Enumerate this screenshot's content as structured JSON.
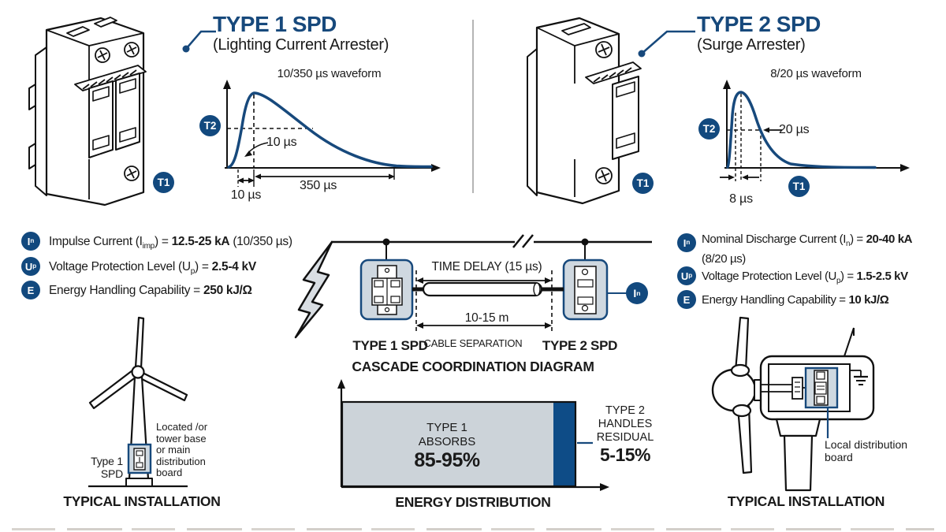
{
  "colors": {
    "accent": "#17497c",
    "badge_fill": "#12497e",
    "box_fill": "#cfd8e0",
    "bar_light": "#ccd3d9",
    "bar_dark": "#0e4c87",
    "bolt_fill": "#d9dee3",
    "divider": "#b5b5b5",
    "text": "#1a1a1a"
  },
  "header": {
    "type1": {
      "title": "TYPE 1 SPD",
      "subtitle": "(Lighting Current Arrester)"
    },
    "type2": {
      "title": "TYPE 2 SPD",
      "subtitle": "(Surge Arrester)"
    }
  },
  "device1_badge_html": "T1",
  "device2_badge_html": "T1",
  "waveform1": {
    "label": "10/350 µs waveform",
    "t2_badge_html": "T2",
    "rise_annotation": "10 µs",
    "rise_below": "10 µs",
    "duration": "350 µs"
  },
  "waveform2": {
    "label": "8/20 µs waveform",
    "t2_badge_html": "T2",
    "t1_badge_html": "T1",
    "decay_label": "20 µs",
    "rise_below": "8 µs"
  },
  "specs_left": [
    {
      "badge_html": "I<sub>n</sub>",
      "text_html": "Impulse Current (I<sub>imp</sub>) = <b>12.5-25 kA</b> (10/350 µs)"
    },
    {
      "badge_html": "U<sub>p</sub>",
      "text_html": "Voltage Protection Level (U<sub>p</sub>) = <b>2.5-4 kV</b>"
    },
    {
      "badge_html": "E",
      "text_html": "Energy Handling Capability = <b>250 kJ/Ω</b>"
    }
  ],
  "specs_right": [
    {
      "badge_html": "I<sub>n</sub>",
      "text_html": "Nominal Discharge Current (I<sub>n</sub>) = <b>20-40 kA</b><br>(8/20 µs)"
    },
    {
      "badge_html": "U<sub>p</sub>",
      "text_html": "Voltage Protection Level (U<sub>p</sub>) = <b>1.5-2.5 kV</b>"
    },
    {
      "badge_html": "E",
      "text_html": "Energy Handling Capability = <b>10 kJ/Ω</b>"
    }
  ],
  "cascade": {
    "time_delay": "TIME DELAY (15 µs)",
    "distance": "10-15 m",
    "separation": "CABLE SEPARATION",
    "left_label": "TYPE 1 SPD",
    "right_label": "TYPE 2 SPD",
    "in_badge_html": "I<sub>n</sub>",
    "title": "CASCADE COORDINATION DIAGRAM"
  },
  "energy": {
    "left_line1": "TYPE 1",
    "left_line2": "ABSORBS",
    "left_value": "85-95%",
    "right_line1": "TYPE 2",
    "right_line2": "HANDLES",
    "right_line3": "RESIDUAL",
    "right_value": "5-15%",
    "title": "ENERGY DISTRIBUTION"
  },
  "install_left": {
    "device_label": "Type 1 SPD",
    "note_line1": "Located /or",
    "note_line2": "tower base",
    "note_line3": "or main",
    "note_line4": "distribution",
    "note_line5": "board",
    "title": "TYPICAL INSTALLATION"
  },
  "install_right": {
    "note_line1": "Local distribution",
    "note_line2": "board",
    "title": "TYPICAL INSTALLATION"
  },
  "chart_data": [
    {
      "type": "line",
      "title": "10/350 µs waveform",
      "description": "Lightning impulse current: rises to peak in 10 µs, decays to half value at 350 µs",
      "x_markers_us": [
        10,
        350
      ],
      "annotations": [
        "T2 level dashed",
        "10 µs rise",
        "350 µs duration"
      ]
    },
    {
      "type": "line",
      "title": "8/20 µs waveform",
      "description": "Surge current: rises to peak in 8 µs, decays to half value at 20 µs",
      "x_markers_us": [
        8,
        20
      ],
      "annotations": [
        "T2 level dashed",
        "8 µs rise",
        "20 µs decay"
      ]
    },
    {
      "type": "bar",
      "title": "ENERGY DISTRIBUTION",
      "series": [
        {
          "name": "TYPE 1 ABSORBS",
          "value_pct": "85-95%"
        },
        {
          "name": "TYPE 2 HANDLES RESIDUAL",
          "value_pct": "5-15%"
        }
      ]
    }
  ]
}
